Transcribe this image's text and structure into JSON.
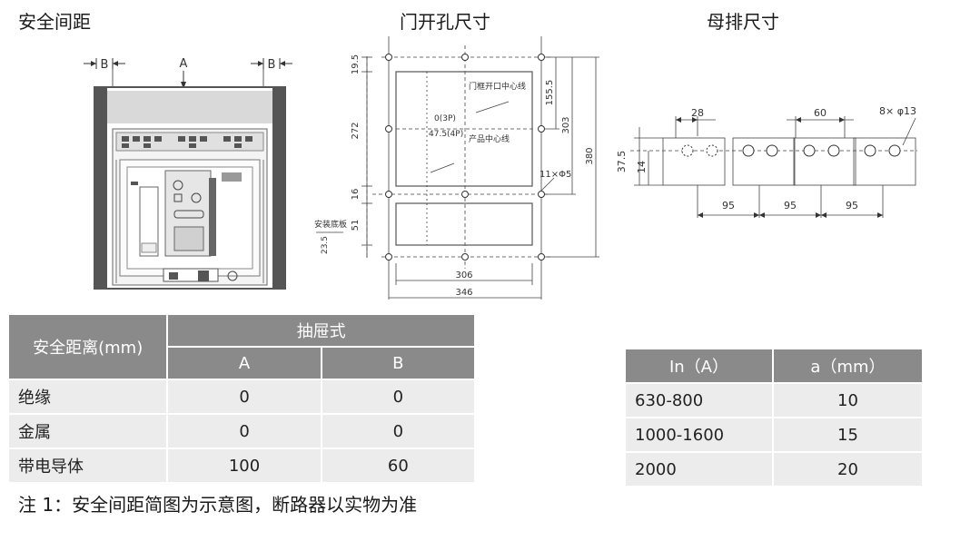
{
  "titles": {
    "clearance": "安全间距",
    "door_hole": "门开孔尺寸",
    "busbar": "母排尺寸"
  },
  "clearance_drawing": {
    "label_a": "A",
    "label_b": "B"
  },
  "door_drawing": {
    "dim_19_5": "19.5",
    "dim_272": "272",
    "dim_16": "16",
    "dim_51": "51",
    "dim_155_5": "155.5",
    "dim_303": "303",
    "dim_380": "380",
    "dim_306": "306",
    "dim_346": "346",
    "holes": "11×Φ5",
    "frame_center": "门框开口中心线",
    "product_center": "产品中心线",
    "offset_3p": "0(3P)",
    "offset_4p": "47.5(4P)",
    "mount_plate": "安装底板",
    "dim_23_5": "23.5"
  },
  "busbar_drawing": {
    "dim_28": "28",
    "dim_60": "60",
    "holes": "8× φ13",
    "dim_37_5": "37.5",
    "dim_14": "14",
    "spacing": [
      "95",
      "95",
      "95"
    ]
  },
  "clearance_table": {
    "corner": "安全距离(mm)",
    "group": "抽屉式",
    "cols": [
      "A",
      "B"
    ],
    "rows": [
      {
        "label": "绝缘",
        "a": "0",
        "b": "0"
      },
      {
        "label": "金属",
        "a": "0",
        "b": "0"
      },
      {
        "label": "带电导体",
        "a": "100",
        "b": "60"
      }
    ]
  },
  "current_table": {
    "headers": [
      "In（A）",
      "a（mm）"
    ],
    "rows": [
      {
        "in": "630-800",
        "a": "10"
      },
      {
        "in": "1000-1600",
        "a": "15"
      },
      {
        "in": "2000",
        "a": "20"
      }
    ]
  },
  "footnote": "注 1：安全间距简图为示意图，断路器以实物为准"
}
